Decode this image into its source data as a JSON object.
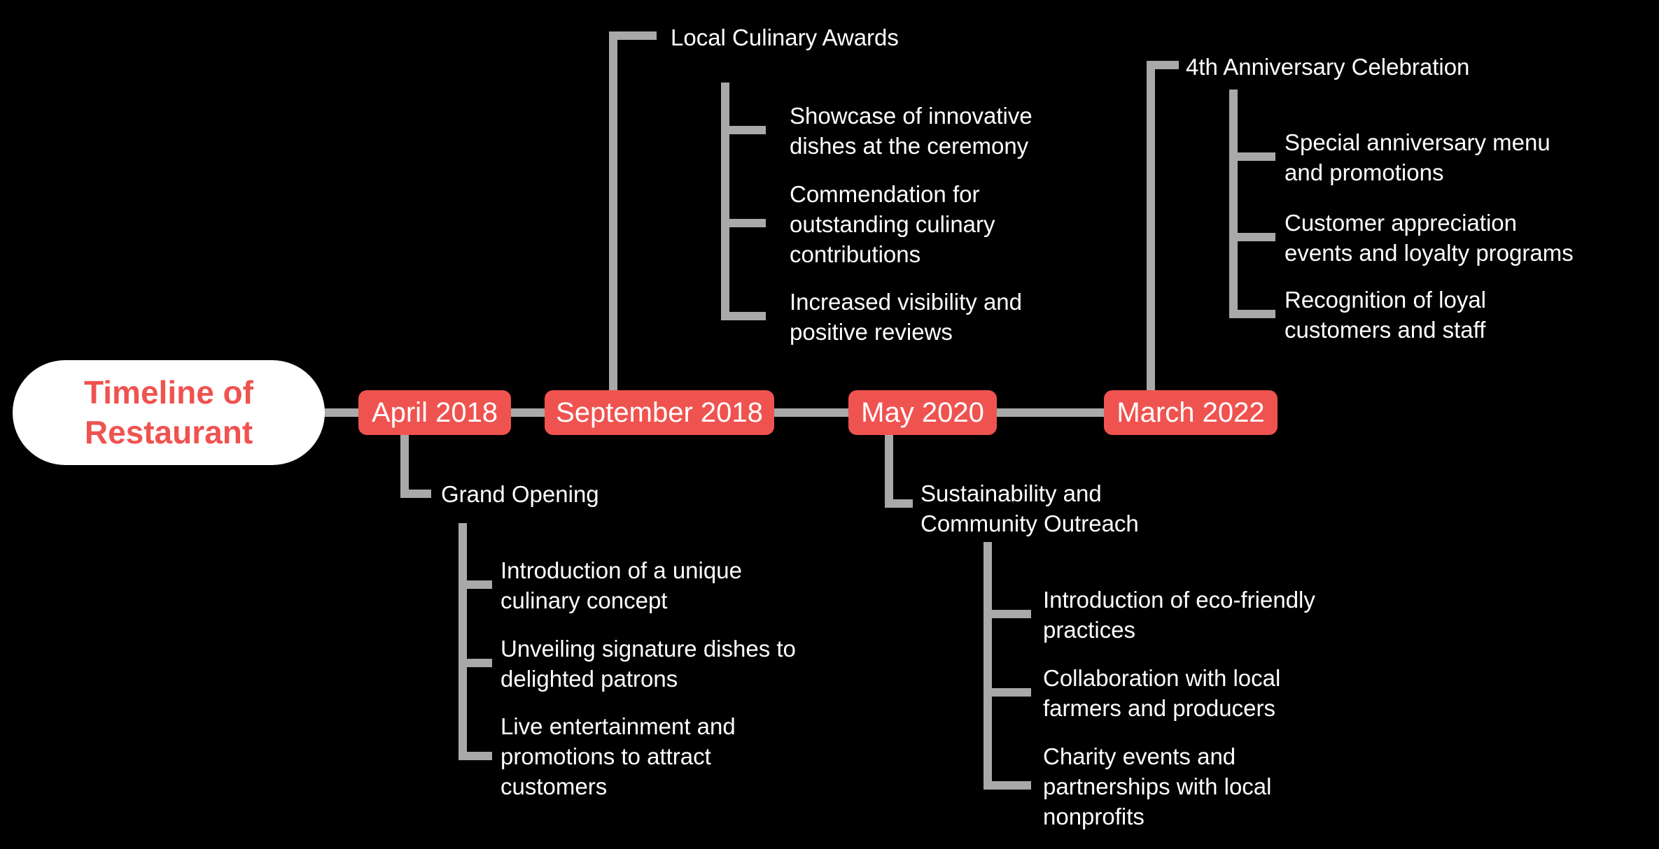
{
  "title": {
    "text": "Timeline of\nRestaurant"
  },
  "colors": {
    "background": "#000000",
    "node_fill": "#EF5350",
    "node_text": "#FFFFFF",
    "root_fill": "#FFFFFF",
    "root_text": "#EF5350",
    "connector": "#A9A9A9",
    "detail_text": "#FFFFFF"
  },
  "timeline": [
    {
      "date": "April 2018",
      "direction": "down",
      "event": "Grand Opening",
      "details": [
        "Introduction of a unique\nculinary concept",
        "Unveiling signature dishes to\ndelighted patrons",
        "Live entertainment and\npromotions to attract\ncustomers"
      ]
    },
    {
      "date": "September 2018",
      "direction": "up",
      "event": "Local Culinary Awards",
      "details": [
        "Showcase of innovative\ndishes at the ceremony",
        "Commendation for\noutstanding culinary\ncontributions",
        "Increased visibility and\npositive reviews"
      ]
    },
    {
      "date": "May 2020",
      "direction": "down",
      "event": "Sustainability and\nCommunity Outreach",
      "details": [
        "Introduction of eco-friendly\npractices",
        "Collaboration with local\nfarmers and producers",
        "Charity events and\npartnerships with local\nnonprofits"
      ]
    },
    {
      "date": "March 2022",
      "direction": "up",
      "event": "4th Anniversary Celebration",
      "details": [
        "Special anniversary menu\nand promotions",
        "Customer appreciation\nevents and loyalty programs",
        "Recognition of loyal\ncustomers and staff"
      ]
    }
  ]
}
